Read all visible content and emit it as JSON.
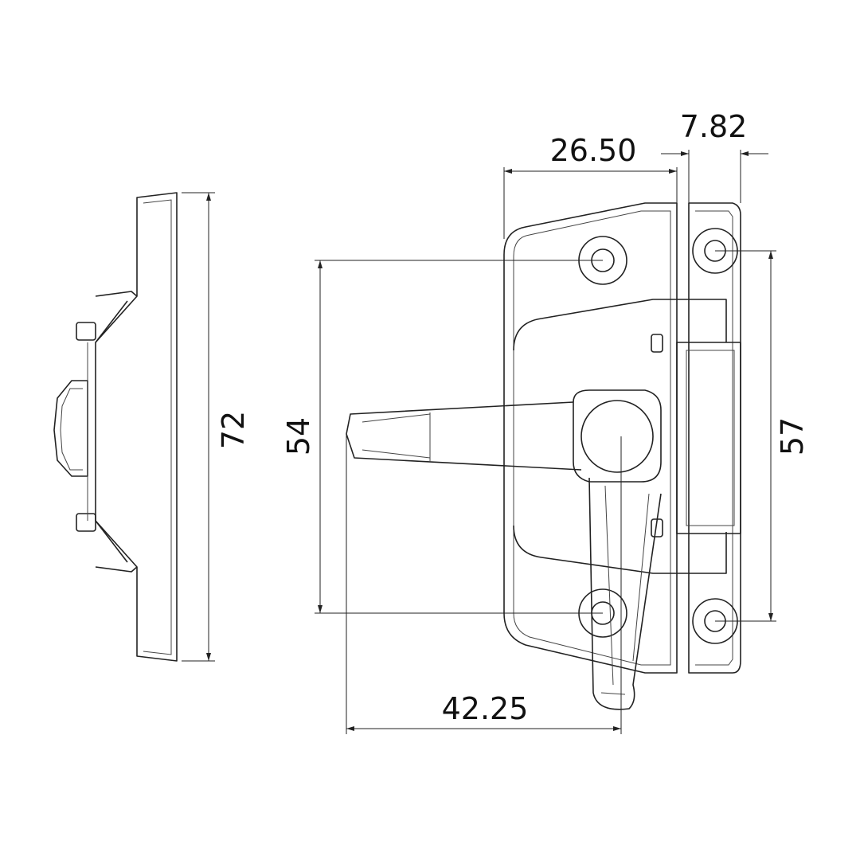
{
  "drawing": {
    "dimensions": {
      "width_body": "26.50",
      "width_keeper": "7.82",
      "side_height": "72",
      "hole_spacing_left": "54",
      "hole_spacing_right": "57",
      "lever_reach": "42.25"
    },
    "line_color": "#222222",
    "background": "#ffffff"
  }
}
